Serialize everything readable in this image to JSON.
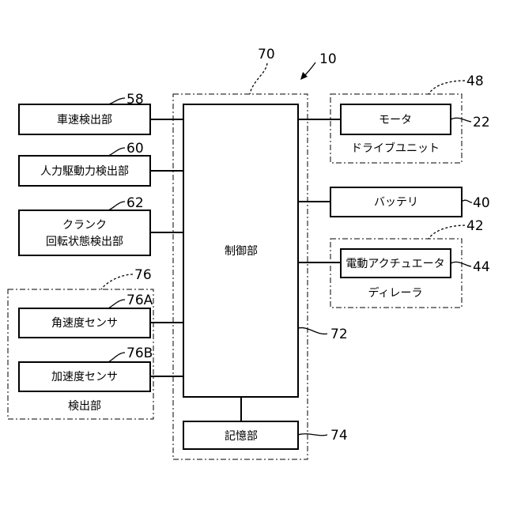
{
  "ref_numbers": {
    "device": "10",
    "control_unit": "70",
    "controller": "72",
    "storage": "74",
    "detection_unit": "76",
    "angular_velocity_sensor": "76A",
    "acceleration_sensor": "76B",
    "vehicle_speed_detector": "58",
    "input_drive_force_detector": "60",
    "crank_rotation_detector": "62",
    "drive_unit": "48",
    "motor": "22",
    "battery": "40",
    "derailleur": "42",
    "electric_actuator": "44"
  },
  "blocks": {
    "vehicle_speed_detector": "車速検出部",
    "input_drive_force_detector": "人力駆動力検出部",
    "crank_rotation_detector_line1": "クランク",
    "crank_rotation_detector_line2": "回転状態検出部",
    "angular_velocity_sensor": "角速度センサ",
    "acceleration_sensor": "加速度センサ",
    "detection_unit": "検出部",
    "controller": "制御部",
    "storage": "記憶部",
    "motor": "モータ",
    "drive_unit": "ドライブユニット",
    "battery": "バッテリ",
    "electric_actuator": "電動アクチュエータ",
    "derailleur": "ディレーラ"
  }
}
